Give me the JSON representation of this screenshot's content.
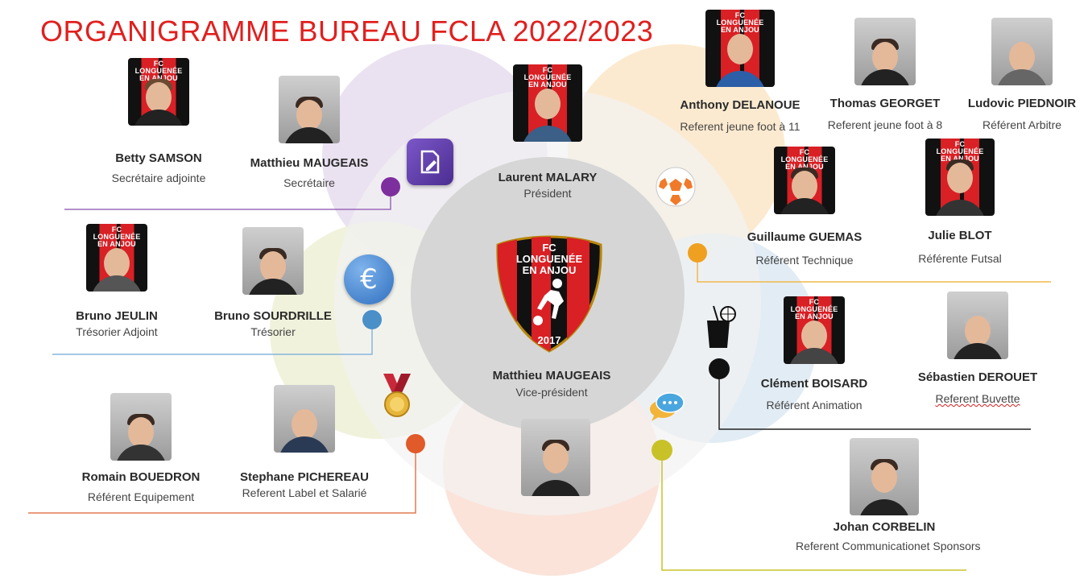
{
  "title": "ORGANIGRAMME BUREAU FCLA 2022/2023",
  "colors": {
    "title": "#e0201f",
    "purple": "#7d2f9e",
    "blue": "#4a8fc8",
    "orange": "#f0a020",
    "red": "#e05a2a",
    "black": "#111111",
    "yellow": "#c8c228"
  },
  "club": {
    "line1": "FC",
    "line2": "LONGUENÉE",
    "line3": "EN ANJOU",
    "year": "2017"
  },
  "president": {
    "name": "Laurent MALARY",
    "role": "Président"
  },
  "vice_president": {
    "name": "Matthieu MAUGEAIS",
    "role": "Vice-président"
  },
  "members": {
    "betty": {
      "name": "Betty  SAMSON",
      "role": "Secrétaire adjointe"
    },
    "matthieu_sec": {
      "name": "Matthieu  MAUGEAIS",
      "role": "Secrétaire"
    },
    "bruno_jeulin": {
      "name": "Bruno JEULIN",
      "role": "Trésorier Adjoint"
    },
    "bruno_sourdrille": {
      "name": "Bruno SOURDRILLE",
      "role": "Trésorier"
    },
    "romain": {
      "name": "Romain BOUEDRON",
      "role": "Référent Equipement"
    },
    "stephane": {
      "name": "Stephane PICHEREAU",
      "role": "Referent  Label et Salarié"
    },
    "anthony": {
      "name": "Anthony DELANOUE",
      "role": "Referent jeune foot à 11"
    },
    "thomas": {
      "name": "Thomas GEORGET",
      "role": "Referent jeune foot à 8"
    },
    "ludovic": {
      "name": "Ludovic PIEDNOIR",
      "role": "Référent Arbitre"
    },
    "guillaume": {
      "name": "Guillaume GUEMAS",
      "role": "Référent Technique"
    },
    "julie": {
      "name": "Julie BLOT",
      "role": "Référente Futsal"
    },
    "clement": {
      "name": "Clément BOISARD",
      "role": "Référent Animation"
    },
    "sebastien": {
      "name": "Sébastien DEROUET",
      "role": "Referent Buvette"
    },
    "johan": {
      "name": "Johan CORBELIN",
      "role": "Referent Communicationet Sponsors"
    }
  },
  "icons": {
    "secretariat": "document-edit-icon",
    "treasury": "euro-icon",
    "sport": "soccer-ball-icon",
    "equipment": "medal-icon",
    "buvette": "drink-icon",
    "communication": "chat-bubble-icon"
  }
}
